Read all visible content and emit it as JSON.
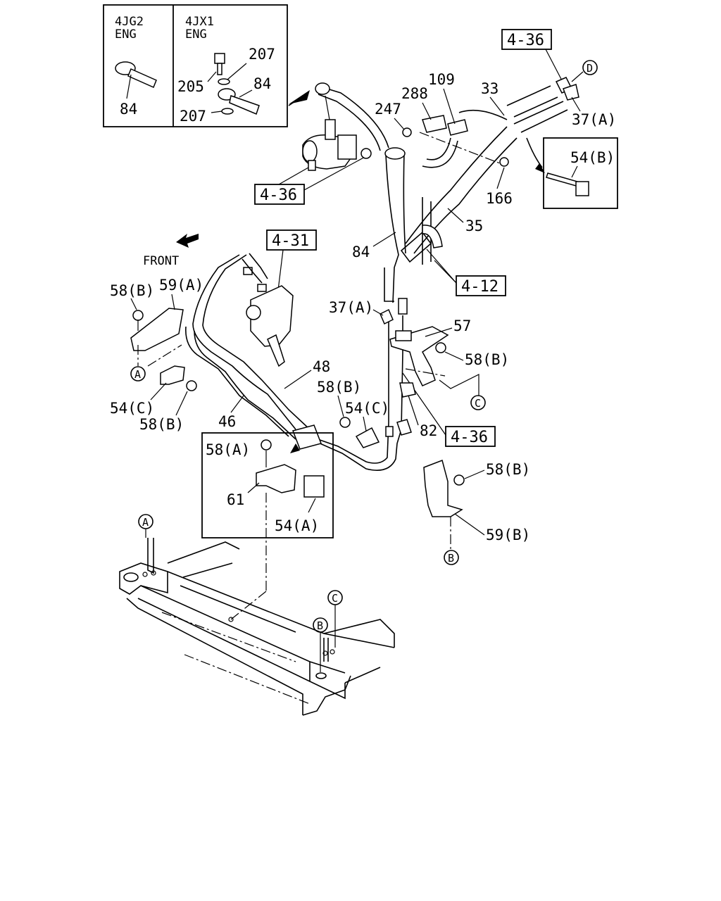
{
  "diagram": {
    "inset_left": {
      "engine_a": "4JG2",
      "engine_a_sub": "ENG",
      "engine_b": "4JX1",
      "engine_b_sub": "ENG",
      "part_84_a": "84",
      "part_207_top": "207",
      "part_205": "205",
      "part_84_b": "84",
      "part_207_bottom": "207"
    },
    "inset_right": {
      "part_54b": "54(B)"
    },
    "inset_clip": {
      "part_58a": "58(A)",
      "part_61": "61",
      "part_54a": "54(A)"
    },
    "refs": {
      "ref_436_top": "4-36",
      "ref_436_pump": "4-36",
      "ref_431": "4-31",
      "ref_412": "4-12",
      "ref_436_mid": "4-36"
    },
    "circles": {
      "circle_d": "D",
      "circle_a_left": "A",
      "circle_c_right": "C",
      "circle_b_right": "B",
      "circle_a_frame": "A",
      "circle_b_frame": "B",
      "circle_c_frame": "C"
    },
    "front_label": "FRONT",
    "labels": {
      "p109": "109",
      "p288": "288",
      "p33": "33",
      "p247": "247",
      "p37a_top": "37(A)",
      "p166": "166",
      "p35": "35",
      "p84_mid": "84",
      "p37a_mid": "37(A)",
      "p57": "57",
      "p58b_right": "58(B)",
      "p58b_left": "58(B)",
      "p59a": "59(A)",
      "p48": "48",
      "p58b_mid": "58(B)",
      "p54c_right": "54(C)",
      "p82": "82",
      "p54c_left": "54(C)",
      "p58b_lower": "58(B)",
      "p46": "46",
      "p58b_br": "58(B)",
      "p59b": "59(B)"
    }
  }
}
